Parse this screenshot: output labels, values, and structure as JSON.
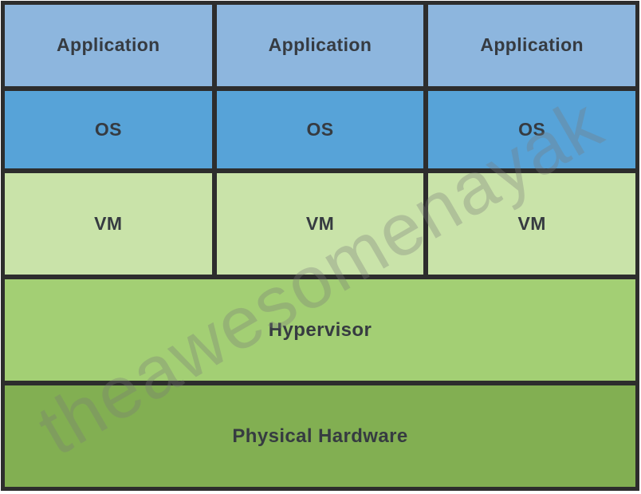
{
  "stacks": [
    {
      "application": "Application",
      "os": "OS",
      "vm": "VM"
    },
    {
      "application": "Application",
      "os": "OS",
      "vm": "VM"
    },
    {
      "application": "Application",
      "os": "OS",
      "vm": "VM"
    }
  ],
  "platform": {
    "hypervisor": "Hypervisor",
    "hardware": "Physical Hardware"
  },
  "watermark": {
    "text": "theawesomenayak"
  },
  "colors": {
    "application_bg": "#8db6de",
    "os_bg": "#57a3d8",
    "vm_bg": "#c9e3a9",
    "hypervisor_bg": "#a3cf74",
    "hardware_bg": "#82af52",
    "border": "#2d2d2d",
    "label_text": "#363b41",
    "watermark_gray": "#7a7a7a"
  }
}
